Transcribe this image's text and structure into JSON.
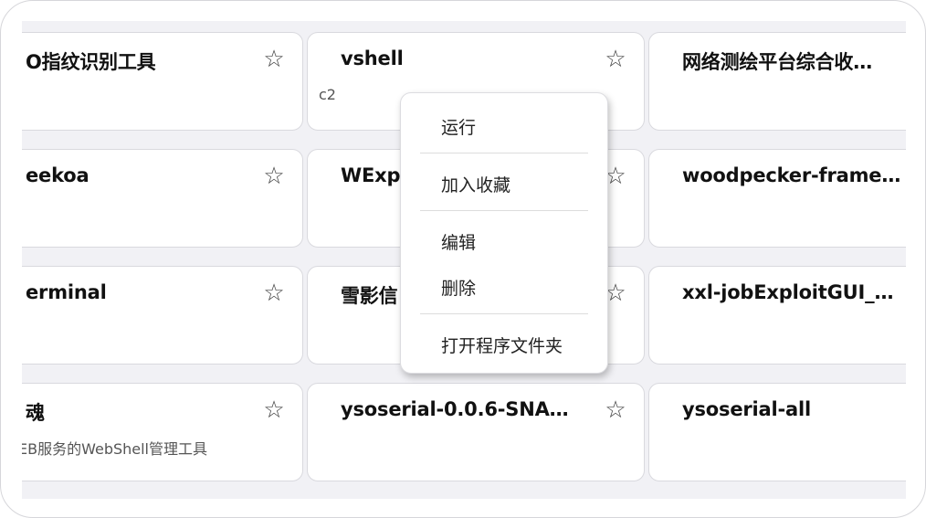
{
  "cards": [
    {
      "title": "O指纹识别工具",
      "desc": "",
      "star": "☆"
    },
    {
      "title": "vshell",
      "desc": "c2",
      "star": "☆"
    },
    {
      "title": "网络测绘平台综合收…",
      "desc": "",
      "star": ""
    },
    {
      "title": "eekoa",
      "desc": "",
      "star": "☆"
    },
    {
      "title": "WExpl",
      "desc": "",
      "star": "☆"
    },
    {
      "title": "woodpecker-frame…",
      "desc": "",
      "star": ""
    },
    {
      "title": "erminal",
      "desc": "",
      "star": "☆"
    },
    {
      "title": "雪影信",
      "desc": "",
      "star": "☆"
    },
    {
      "title": "xxl-jobExploitGUI_…",
      "desc": "",
      "star": ""
    },
    {
      "title": "魂",
      "desc": "EB服务的WebShell管理工具",
      "star": "☆"
    },
    {
      "title": "ysoserial-0.0.6-SNA…",
      "desc": "",
      "star": "☆"
    },
    {
      "title": "ysoserial-all",
      "desc": "",
      "star": ""
    }
  ],
  "context_menu": {
    "run": "运行",
    "favorite": "加入收藏",
    "edit": "编辑",
    "delete": "删除",
    "open_folder": "打开程序文件夹"
  }
}
